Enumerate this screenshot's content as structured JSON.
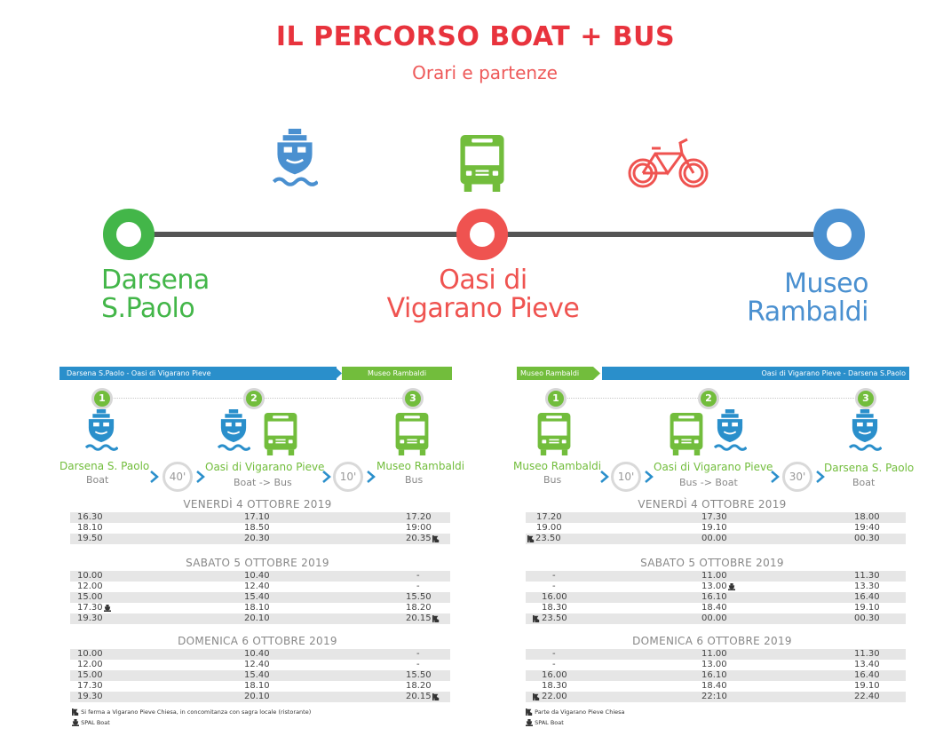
{
  "header": {
    "title": "IL PERCORSO BOAT + BUS",
    "subtitle": "Orari e partenze"
  },
  "route": {
    "stops": [
      {
        "name_line1": "Darsena",
        "name_line2": "S.Paolo",
        "color": "#43b649"
      },
      {
        "name_line1": "Oasi di",
        "name_line2": "Vigarano Pieve",
        "color": "#ef5350"
      },
      {
        "name_line1": "Museo",
        "name_line2": "Rambaldi",
        "color": "#4a90d0"
      }
    ],
    "icons": [
      "boat-icon",
      "bus-icon",
      "bike-icon"
    ]
  },
  "colors": {
    "green": "#72bd3c",
    "blue": "#2a8fcb",
    "red": "#ef5350",
    "line": "#555555"
  },
  "left_panel": {
    "bar_blue": "Darsena S.Paolo  - Oasi di Vigarano Pieve",
    "bar_green": "Museo Rambaldi",
    "steps": [
      "1",
      "2",
      "3"
    ],
    "stops": [
      {
        "name": "Darsena S. Paolo",
        "mode": "Boat"
      },
      {
        "name": "Oasi di Vigarano Pieve",
        "mode": "Boat -> Bus"
      },
      {
        "name": "Museo Rambaldi",
        "mode": "Bus"
      }
    ],
    "durations": [
      "40'",
      "10'"
    ],
    "days": [
      {
        "title": "VENERDÌ 4 OTTOBRE 2019",
        "rows": [
          [
            "16.30",
            "17.10",
            "17.20"
          ],
          [
            "18.10",
            "18.50",
            "19:00"
          ],
          [
            "19.50",
            "20.30",
            "20.35"
          ]
        ]
      },
      {
        "title": "SABATO 5 OTTOBRE 2019",
        "rows": [
          [
            "10.00",
            "10.40",
            "-"
          ],
          [
            "12.00",
            "12.40",
            "-"
          ],
          [
            "15.00",
            "15.40",
            "15.50"
          ],
          [
            "17.30",
            "18.10",
            "18.20"
          ],
          [
            "19.30",
            "20.10",
            "20.15"
          ]
        ]
      },
      {
        "title": "DOMENICA 6 OTTOBRE 2019",
        "rows": [
          [
            "10.00",
            "10.40",
            "-"
          ],
          [
            "12.00",
            "12.40",
            "-"
          ],
          [
            "15.00",
            "15.40",
            "15.50"
          ],
          [
            "17.30",
            "18.10",
            "18.20"
          ],
          [
            "19.30",
            "20.10",
            "20.15"
          ]
        ]
      }
    ],
    "notes": [
      "Si ferma a Vigarano Pieve Chiesa, in concomitanza con sagra locale (ristorante)",
      "SPAL Boat"
    ]
  },
  "right_panel": {
    "bar_green": "Museo Rambaldi",
    "bar_blue": "Oasi di Vigarano Pieve  - Darsena S.Paolo",
    "steps": [
      "1",
      "2",
      "3"
    ],
    "stops": [
      {
        "name": "Museo Rambaldi",
        "mode": "Bus"
      },
      {
        "name": "Oasi di Vigarano Pieve",
        "mode": "Bus -> Boat"
      },
      {
        "name": "Darsena S. Paolo",
        "mode": "Boat"
      }
    ],
    "durations": [
      "10'",
      "30'"
    ],
    "days": [
      {
        "title": "VENERDÌ 4 OTTOBRE 2019",
        "rows": [
          [
            "17.20",
            "17.30",
            "18.00"
          ],
          [
            "19.00",
            "19.10",
            "19:40"
          ],
          [
            "23.50",
            "00.00",
            "00.30"
          ]
        ]
      },
      {
        "title": "SABATO 5 OTTOBRE 2019",
        "rows": [
          [
            "-",
            "11.00",
            "11.30"
          ],
          [
            "-",
            "13.00",
            "13.30"
          ],
          [
            "16.00",
            "16.10",
            "16.40"
          ],
          [
            "18.30",
            "18.40",
            "19.10"
          ],
          [
            "23.50",
            "00.00",
            "00.30"
          ]
        ]
      },
      {
        "title": "DOMENICA 6 OTTOBRE 2019",
        "rows": [
          [
            "-",
            "11.00",
            "11.30"
          ],
          [
            "-",
            "13.00",
            "13.40"
          ],
          [
            "16.00",
            "16.10",
            "16.40"
          ],
          [
            "18.30",
            "18.40",
            "19.10"
          ],
          [
            "22.00",
            "22:10",
            "22.40"
          ]
        ]
      }
    ],
    "notes": [
      "Parte da Vigarano Pieve Chiesa",
      "SPAL Boat"
    ]
  }
}
